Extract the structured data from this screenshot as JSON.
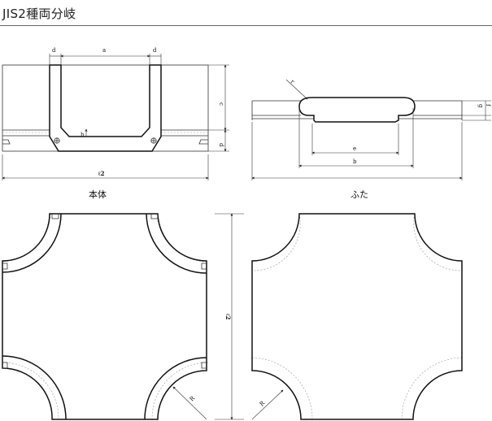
{
  "title": "JIS2種両分岐",
  "captions": {
    "body": "本体",
    "lid": "ふた"
  },
  "dimension_labels": {
    "a": "a",
    "b": "b",
    "c": "c",
    "d_left": "d",
    "d_right": "d",
    "d_side": "d",
    "e": "e",
    "h": "h",
    "r": "r",
    "f": "f",
    "g": "g",
    "l2_top": "ℓ2",
    "l2_side": "ℓ2",
    "R_left": "R",
    "R_right": "R"
  }
}
